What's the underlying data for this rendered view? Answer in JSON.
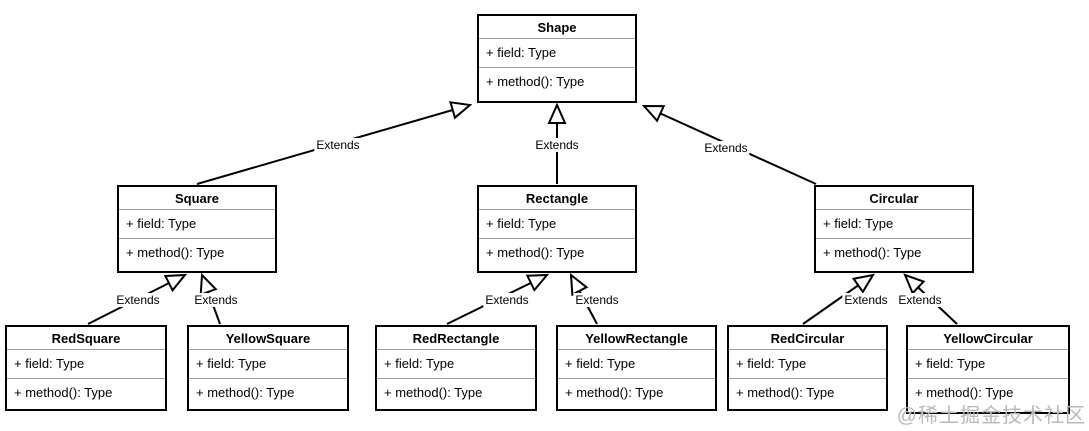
{
  "diagram": {
    "classes": [
      {
        "name": "Shape",
        "members": [
          "+ field: Type",
          "+ method(): Type"
        ]
      },
      {
        "name": "Square",
        "members": [
          "+ field: Type",
          "+ method(): Type"
        ]
      },
      {
        "name": "Rectangle",
        "members": [
          "+ field: Type",
          "+ method(): Type"
        ]
      },
      {
        "name": "Circular",
        "members": [
          "+ field: Type",
          "+ method(): Type"
        ]
      },
      {
        "name": "RedSquare",
        "members": [
          "+ field: Type",
          "+ method(): Type"
        ]
      },
      {
        "name": "YellowSquare",
        "members": [
          "+ field: Type",
          "+ method(): Type"
        ]
      },
      {
        "name": "RedRectangle",
        "members": [
          "+ field: Type",
          "+ method(): Type"
        ]
      },
      {
        "name": "YellowRectangle",
        "members": [
          "+ field: Type",
          "+ method(): Type"
        ]
      },
      {
        "name": "RedCircular",
        "members": [
          "+ field: Type",
          "+ method(): Type"
        ]
      },
      {
        "name": "YellowCircular",
        "members": [
          "+ field: Type",
          "+ method(): Type"
        ]
      }
    ],
    "edges": [
      {
        "from": "Square",
        "to": "Shape",
        "label": "Extends"
      },
      {
        "from": "Rectangle",
        "to": "Shape",
        "label": "Extends"
      },
      {
        "from": "Circular",
        "to": "Shape",
        "label": "Extends"
      },
      {
        "from": "RedSquare",
        "to": "Square",
        "label": "Extends"
      },
      {
        "from": "YellowSquare",
        "to": "Square",
        "label": "Extends"
      },
      {
        "from": "RedRectangle",
        "to": "Rectangle",
        "label": "Extends"
      },
      {
        "from": "YellowRectangle",
        "to": "Rectangle",
        "label": "Extends"
      },
      {
        "from": "RedCircular",
        "to": "Circular",
        "label": "Extends"
      },
      {
        "from": "YellowCircular",
        "to": "Circular",
        "label": "Extends"
      }
    ],
    "watermark": "@稀土掘金技术社区",
    "colors": {
      "background": "#ffffff",
      "box_border": "#000000",
      "divider": "#9e9e9e",
      "text": "#000000",
      "watermark": "#b9b9b9"
    }
  }
}
